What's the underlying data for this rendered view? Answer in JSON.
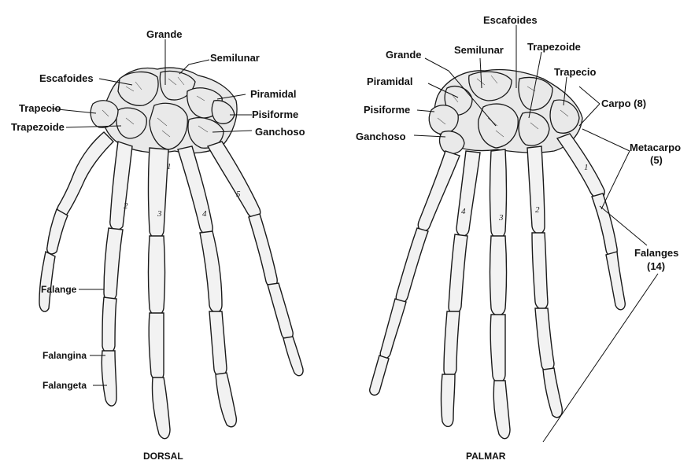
{
  "dorsal": {
    "view_title": "DORSAL",
    "labels": {
      "grande": "Grande",
      "semilunar": "Semilunar",
      "escafoides": "Escafoides",
      "piramidal": "Piramidal",
      "trapecio": "Trapecio",
      "pisiforme": "Pisiforme",
      "trapezoide": "Trapezoide",
      "ganchoso": "Ganchoso",
      "falange": "Falange",
      "falangina": "Falangina",
      "falangeta": "Falangeta"
    },
    "metacarpal_numbers": [
      "1",
      "2",
      "3",
      "4",
      "5"
    ]
  },
  "palmar": {
    "view_title": "PALMAR",
    "labels": {
      "escafoides": "Escafoides",
      "grande": "Grande",
      "semilunar": "Semilunar",
      "trapezoide": "Trapezoide",
      "piramidal": "Piramidal",
      "trapecio": "Trapecio",
      "pisiforme": "Pisiforme",
      "ganchoso": "Ganchoso",
      "carpo": "Carpo (8)",
      "metacarpo_line1": "Metacarpo",
      "metacarpo_line2": "(5)",
      "falanges_line1": "Falanges",
      "falanges_line2": "(14)"
    },
    "metacarpal_numbers": [
      "4",
      "3",
      "2",
      "1"
    ]
  }
}
